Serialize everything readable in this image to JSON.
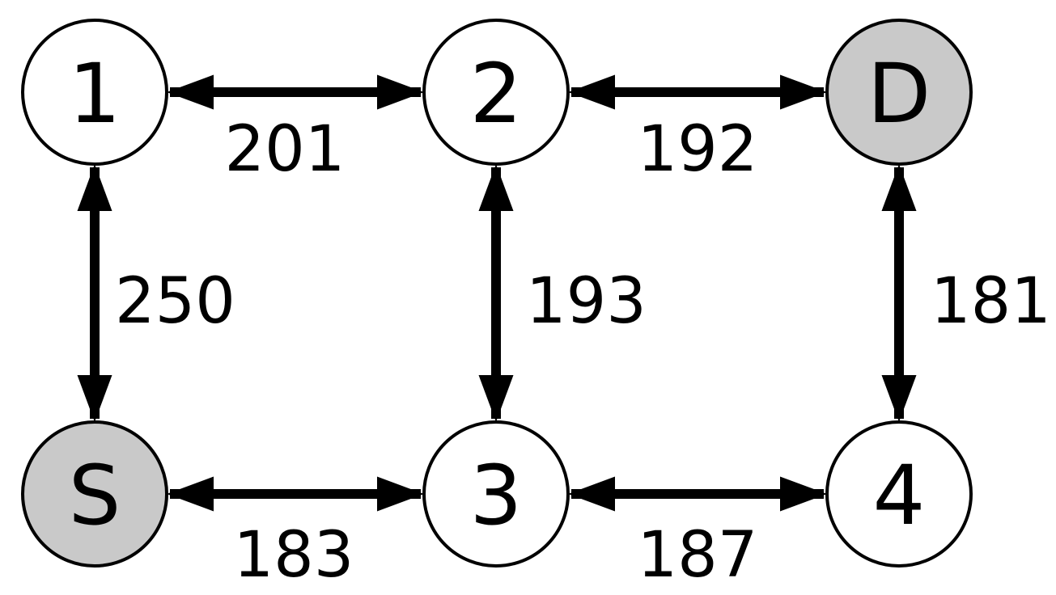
{
  "graph": {
    "description": "Undirected weighted network graph with source and destination nodes",
    "colors": {
      "background": "#ffffff",
      "node_fill_default": "#ffffff",
      "node_fill_shaded": "#c9c9c9",
      "stroke": "#000000"
    },
    "nodes": [
      {
        "id": "1",
        "label": "1",
        "shaded": false,
        "fill": "#ffffff",
        "position": "top-left"
      },
      {
        "id": "2",
        "label": "2",
        "shaded": false,
        "fill": "#ffffff",
        "position": "top-center"
      },
      {
        "id": "D",
        "label": "D",
        "shaded": true,
        "fill": "#c9c9c9",
        "position": "top-right"
      },
      {
        "id": "S",
        "label": "S",
        "shaded": true,
        "fill": "#c9c9c9",
        "position": "bottom-left"
      },
      {
        "id": "3",
        "label": "3",
        "shaded": false,
        "fill": "#ffffff",
        "position": "bottom-center"
      },
      {
        "id": "4",
        "label": "4",
        "shaded": false,
        "fill": "#ffffff",
        "position": "bottom-right"
      }
    ],
    "edges": [
      {
        "from": "1",
        "to": "2",
        "weight": "201",
        "direction": "bidirectional"
      },
      {
        "from": "2",
        "to": "D",
        "weight": "192",
        "direction": "bidirectional"
      },
      {
        "from": "1",
        "to": "S",
        "weight": "250",
        "direction": "bidirectional"
      },
      {
        "from": "2",
        "to": "3",
        "weight": "193",
        "direction": "bidirectional"
      },
      {
        "from": "D",
        "to": "4",
        "weight": "181",
        "direction": "bidirectional"
      },
      {
        "from": "S",
        "to": "3",
        "weight": "183",
        "direction": "bidirectional"
      },
      {
        "from": "3",
        "to": "4",
        "weight": "187",
        "direction": "bidirectional"
      }
    ]
  }
}
